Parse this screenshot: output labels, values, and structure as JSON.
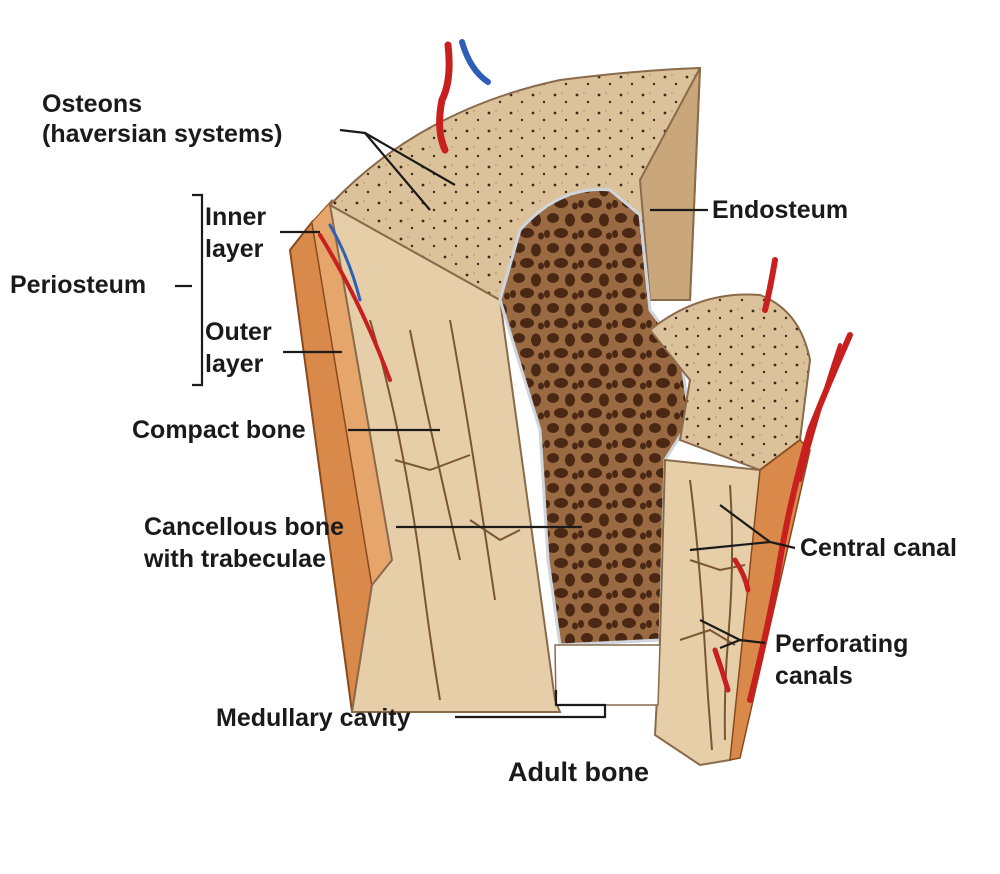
{
  "figure": {
    "title": "Adult bone",
    "colors": {
      "bone_surface": "#d9b98c",
      "bone_cut": "#e8d3b0",
      "spongy": "#8a5a36",
      "spongy_holes": "#4a2a16",
      "periosteum": "#d98a4a",
      "artery": "#c8201e",
      "vein": "#2d5fb8",
      "canal_lines": "#7a5632"
    }
  },
  "labels": {
    "osteons_line1": "Osteons",
    "osteons_line2": "(haversian systems)",
    "inner_line1": "Inner",
    "inner_line2": "layer",
    "periosteum": "Periosteum",
    "outer_line1": "Outer",
    "outer_line2": "layer",
    "compact_bone": "Compact bone",
    "cancellous_line1": "Cancellous bone",
    "cancellous_line2": "with trabeculae",
    "medullary_cavity": "Medullary cavity",
    "endosteum": "Endosteum",
    "central_canal": "Central canal",
    "perforating_line1": "Perforating",
    "perforating_line2": "canals"
  }
}
